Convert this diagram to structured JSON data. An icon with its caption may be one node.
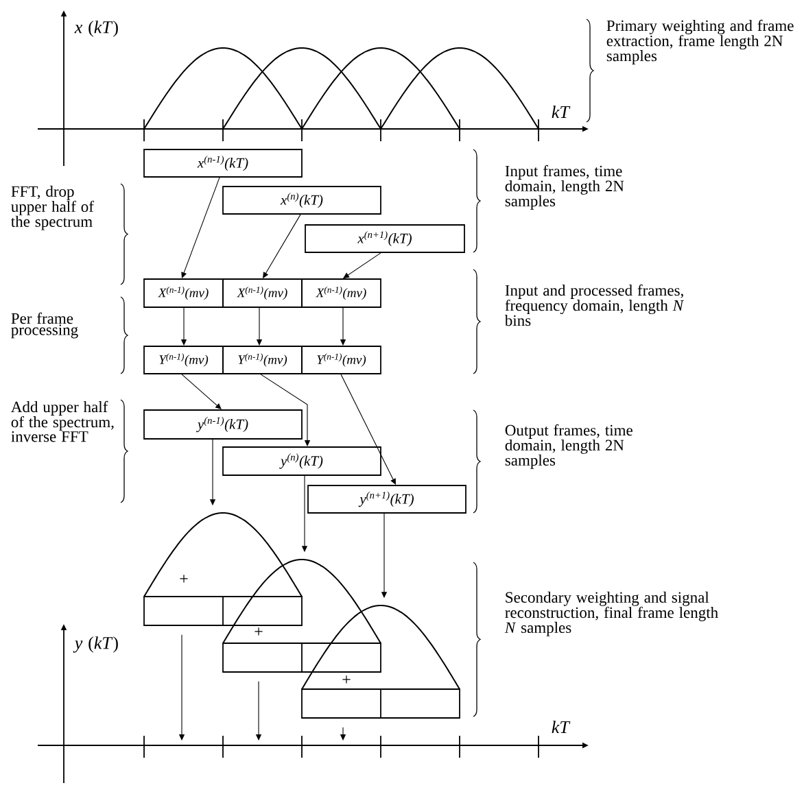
{
  "diagram": {
    "nodes": [
      {
        "text": [
          "x$^{(n-1)}$(kT)"
        ]
      },
      {
        "text": [
          "x$^{(n)}$(kT)"
        ]
      },
      {
        "text": [
          "x$^{(n+1)}$(kT)"
        ]
      },
      {
        "text": [
          "X$^{(n-1)}$(mν)"
        ]
      },
      {
        "text": [
          "X$^{(n-1)}$(mν)"
        ]
      },
      {
        "text": [
          "X$^{(n-1)}$(mν)"
        ]
      },
      {
        "text": [
          "Y$^{(n-1)}$(mν)"
        ]
      },
      {
        "text": [
          "Y$^{(n-1)}$(mν)"
        ]
      },
      {
        "text": [
          "Y$^{(n-1)}$(mν)"
        ]
      },
      {
        "text": [
          "y$^{(n-1)}$(kT)"
        ]
      },
      {
        "text": [
          "y$^{(n)}$(kT)"
        ]
      },
      {
        "text": [
          "y$^{(n+1)}$(kT)"
        ]
      },
      {
        "text": [
          "+"
        ]
      },
      {
        "text": [
          "+"
        ]
      },
      {
        "text": [
          "+"
        ]
      }
    ],
    "edges": [
      {
        "from": 0,
        "to": 3,
        "arrow": "to"
      },
      {
        "from": 1,
        "to": 4,
        "arrow": "to"
      },
      {
        "from": 2,
        "to": 5,
        "arrow": "to"
      },
      {
        "from": 3,
        "to": 6,
        "arrow": "to"
      },
      {
        "from": 4,
        "to": 7,
        "arrow": "to"
      },
      {
        "from": 5,
        "to": 8,
        "arrow": "to"
      },
      {
        "from": 6,
        "to": 9,
        "arrow": "to"
      },
      {
        "from": 7,
        "to": 10,
        "arrow": "to"
      },
      {
        "from": 8,
        "to": 11,
        "arrow": "to"
      },
      {
        "from": 9,
        "to": 12,
        "arrow": "to"
      },
      {
        "from": 10,
        "to": 13,
        "arrow": "to"
      },
      {
        "from": 11,
        "to": 14,
        "arrow": "to"
      },
      {
        "from": 12,
        "to": null,
        "arrow": "to"
      },
      {
        "from": 13,
        "to": null,
        "arrow": "to"
      },
      {
        "from": 14,
        "to": null,
        "arrow": "to"
      }
    ],
    "labels": [
      "*x* (*kT*)",
      "Primary weighting and frame extraction, frame length 2N samples",
      "*kT*",
      "Input frames, time domain, length 2N samples",
      "FFT, drop upper half of the spectrum",
      "Input and processed frames, frequency domain, length *N* bins",
      "Per frame processing",
      "Add upper half of the spectrum, inverse FFT",
      "Output frames, time domain, length 2N samples",
      "Secondary weighting and signal reconstruction, final frame length *N* samples",
      "*y* (*kT*)",
      "*kT*"
    ]
  }
}
